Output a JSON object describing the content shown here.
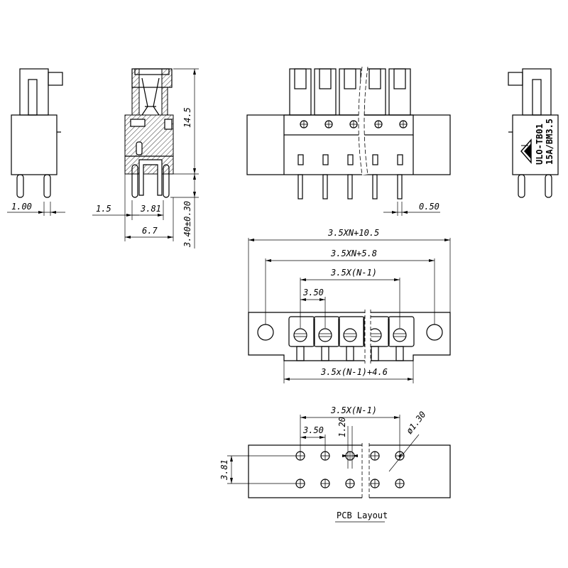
{
  "dimensions": {
    "pin_width": "1.00",
    "offset": "1.5",
    "pin_pitch_side": "3.81",
    "depth": "6.7",
    "height": "14.5",
    "pin_length": "3.40±0.30",
    "pin_thickness": "0.50",
    "total_length": "3.5XN+10.5",
    "hole_span": "3.5XN+5.8",
    "pitch_span": "3.5X(N-1)",
    "pitch": "3.50",
    "body_length": "3.5x(N-1)+4.6",
    "pcb_pitch_span": "3.5X(N-1)",
    "pcb_pitch": "3.50",
    "pcb_offset": "1.20",
    "hole_diameter": "ø1.30",
    "row_spacing": "3.81"
  },
  "labels": {
    "part_number": "ULO-TB01",
    "rating": "15A/BM3.5",
    "pcb_layout": "PCB Layout"
  }
}
